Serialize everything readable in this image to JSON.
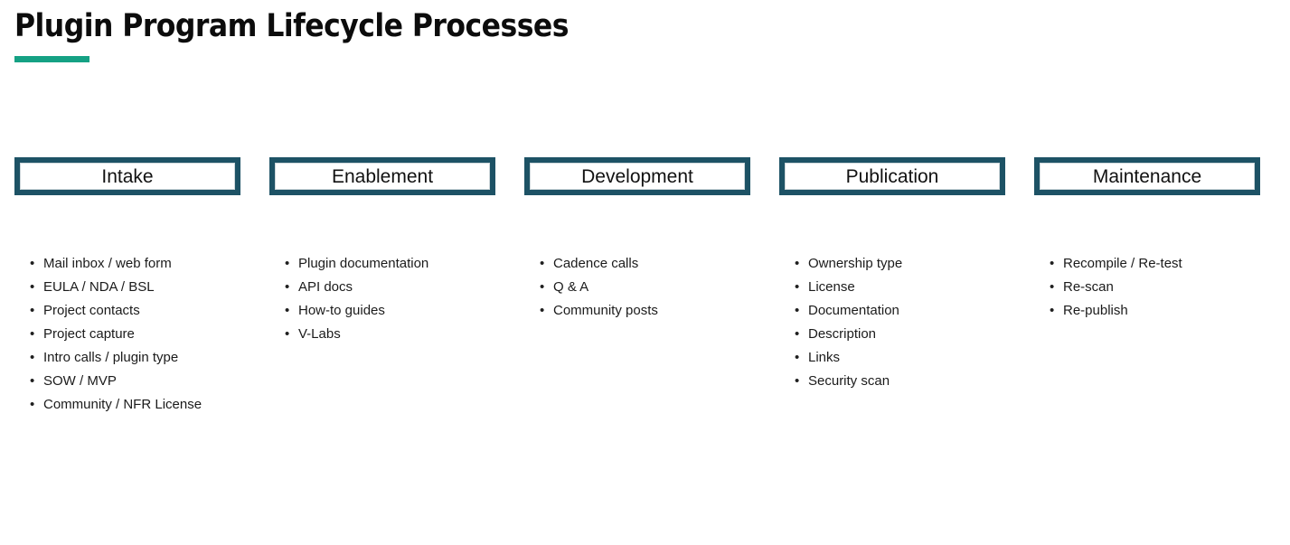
{
  "page": {
    "title": "Plugin Program Lifecycle Processes",
    "accent_color": "#15a184",
    "box_border_color": "#1d5265",
    "text_color": "#1b1b1b",
    "background": "#ffffff"
  },
  "bullet_glyph": "•",
  "stages": [
    {
      "label": "Intake",
      "items": [
        "Mail inbox / web form",
        "EULA / NDA / BSL",
        "Project contacts",
        "Project capture",
        "Intro calls / plugin type",
        "SOW / MVP",
        "Community / NFR License"
      ]
    },
    {
      "label": "Enablement",
      "items": [
        "Plugin documentation",
        "API docs",
        "How-to guides",
        "V-Labs"
      ]
    },
    {
      "label": "Development",
      "items": [
        "Cadence calls",
        "Q & A",
        "Community posts"
      ]
    },
    {
      "label": "Publication",
      "items": [
        "Ownership type",
        "License",
        "Documentation",
        "Description",
        "Links",
        "Security scan"
      ]
    },
    {
      "label": "Maintenance",
      "items": [
        "Recompile / Re-test",
        "Re-scan",
        "Re-publish"
      ]
    }
  ]
}
